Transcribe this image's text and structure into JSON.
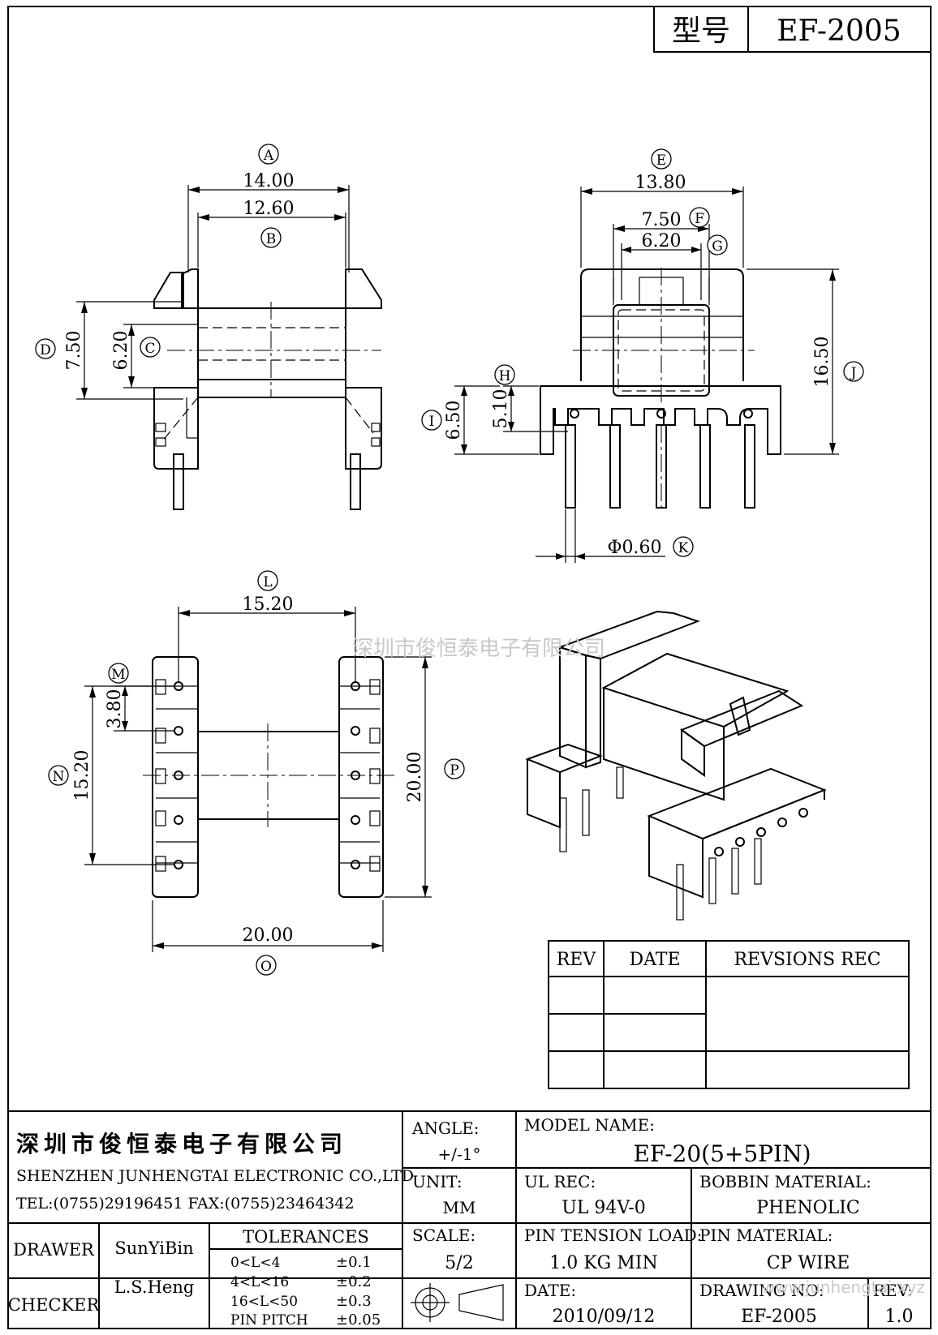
{
  "header": {
    "model_label": "型号",
    "model_value": "EF-2005"
  },
  "dimensions": {
    "A": {
      "label": "A",
      "value": "14.00"
    },
    "B": {
      "label": "B",
      "value": "12.60"
    },
    "C": {
      "label": "C",
      "value": "6.20"
    },
    "D": {
      "label": "D",
      "value": "7.50"
    },
    "E": {
      "label": "E",
      "value": "13.80"
    },
    "F": {
      "label": "F",
      "value": "7.50"
    },
    "G": {
      "label": "G",
      "value": "6.20"
    },
    "H": {
      "label": "H",
      "value": "5.10"
    },
    "I": {
      "label": "I",
      "value": "6.50"
    },
    "J": {
      "label": "J",
      "value": "16.50"
    },
    "K": {
      "label": "K",
      "value": "Φ0.60"
    },
    "L": {
      "label": "L",
      "value": "15.20"
    },
    "M": {
      "label": "M",
      "value": "3.80"
    },
    "N": {
      "label": "N",
      "value": "15.20"
    },
    "O": {
      "label": "O",
      "value": "20.00"
    },
    "P": {
      "label": "P",
      "value": "20.00"
    }
  },
  "watermark_center": "深圳市俊恒泰电子有限公司",
  "watermark_corner": "www.junhengtai.xyz",
  "revisions": {
    "headers": [
      "REV",
      "DATE",
      "REVSIONS REC"
    ],
    "rows": [
      [
        "",
        "",
        ""
      ],
      [
        "",
        "",
        ""
      ],
      [
        "",
        "",
        ""
      ]
    ]
  },
  "company": {
    "name_cn": "深圳市俊恒泰电子有限公司",
    "name_en": "SHENZHEN JUNHENGTAI ELECTRONIC CO.,LTD",
    "contact": "TEL:(0755)29196451 FAX:(0755)23464342"
  },
  "title_block": {
    "angle_label": "ANGLE:",
    "angle_value": "+/-1°",
    "model_name_label": "MODEL NAME:",
    "model_name_value": "EF-20(5+5PIN)",
    "unit_label": "UNIT:",
    "unit_value": "MM",
    "ul_label": "UL REC:",
    "ul_value": "UL 94V-0",
    "bobbin_label": "BOBBIN MATERIAL:",
    "bobbin_value": "PHENOLIC",
    "scale_label": "SCALE:",
    "scale_value": "5/2",
    "pin_tension_label": "PIN TENSION LOAD:",
    "pin_tension_value": "1.0 KG MIN",
    "pin_material_label": "PIN MATERIAL:",
    "pin_material_value": "CP WIRE",
    "date_label": "DATE:",
    "date_value": "2010/09/12",
    "drawing_no_label": "DRAWING NO:",
    "drawing_no_value": "EF-2005",
    "rev_label": "REV:",
    "rev_value": "1.0",
    "drawer_label": "DRAWER",
    "drawer_value": "SunYiBin",
    "checker_label": "CHECKER",
    "checker_value": "L.S.Heng",
    "tolerances_label": "TOLERANCES",
    "tolerances": [
      {
        "range": "0<L<4",
        "tol": "±0.1"
      },
      {
        "range": "4<L<16",
        "tol": "±0.2"
      },
      {
        "range": "16<L<50",
        "tol": "±0.3"
      },
      {
        "range": "PIN PITCH",
        "tol": "±0.05"
      }
    ]
  }
}
